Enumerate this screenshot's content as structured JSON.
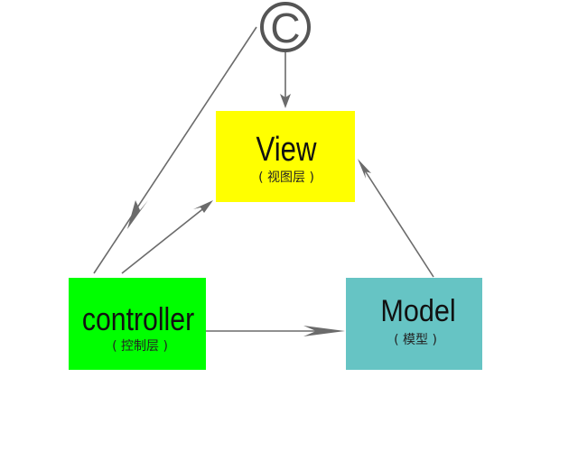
{
  "client": {
    "symbol": "C"
  },
  "nodes": {
    "view": {
      "title": "View",
      "subtitle": "( 视图层 )",
      "color": "#ffff00"
    },
    "controller": {
      "title": "controller",
      "subtitle": "( 控制层 )",
      "color": "#00ff00"
    },
    "model": {
      "title": "Model",
      "subtitle": "( 模型 )",
      "color": "#66c4c4"
    }
  },
  "colors": {
    "edge": "#6b6b6b",
    "client_ring": "#555555"
  }
}
